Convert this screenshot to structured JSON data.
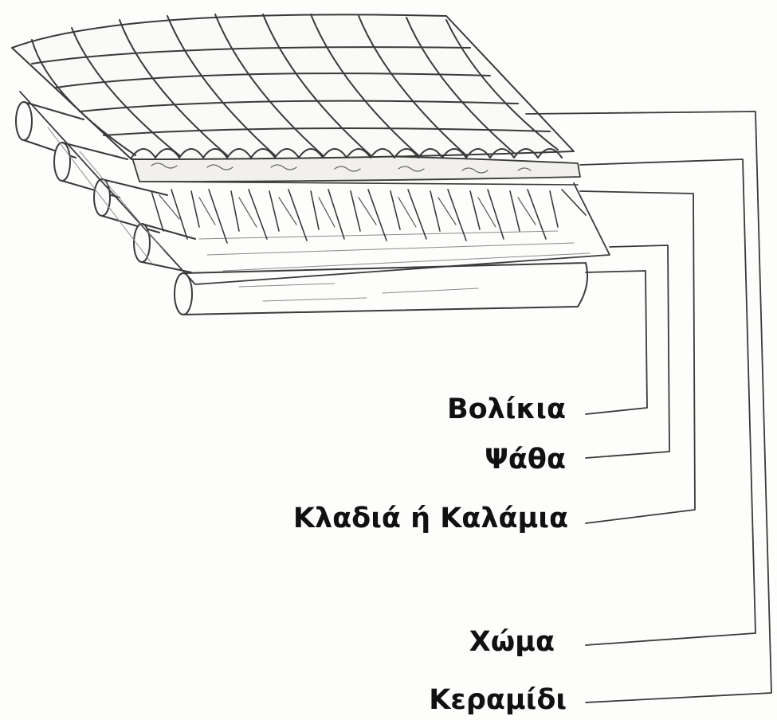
{
  "diagram": {
    "labels": [
      {
        "id": "volikia",
        "text": "Βολίκια"
      },
      {
        "id": "psatha",
        "text": "Ψάθα"
      },
      {
        "id": "kladia",
        "text": "Κλαδιά ή Καλάμια"
      },
      {
        "id": "choma",
        "text": "Χώμα"
      },
      {
        "id": "keramidi",
        "text": "Κεραμίδι"
      }
    ],
    "colors": {
      "pencil": "#3a3a3a",
      "pencil_light": "#8a8a8a",
      "label_text": "#111111",
      "paper": "#fdfdfc"
    }
  }
}
